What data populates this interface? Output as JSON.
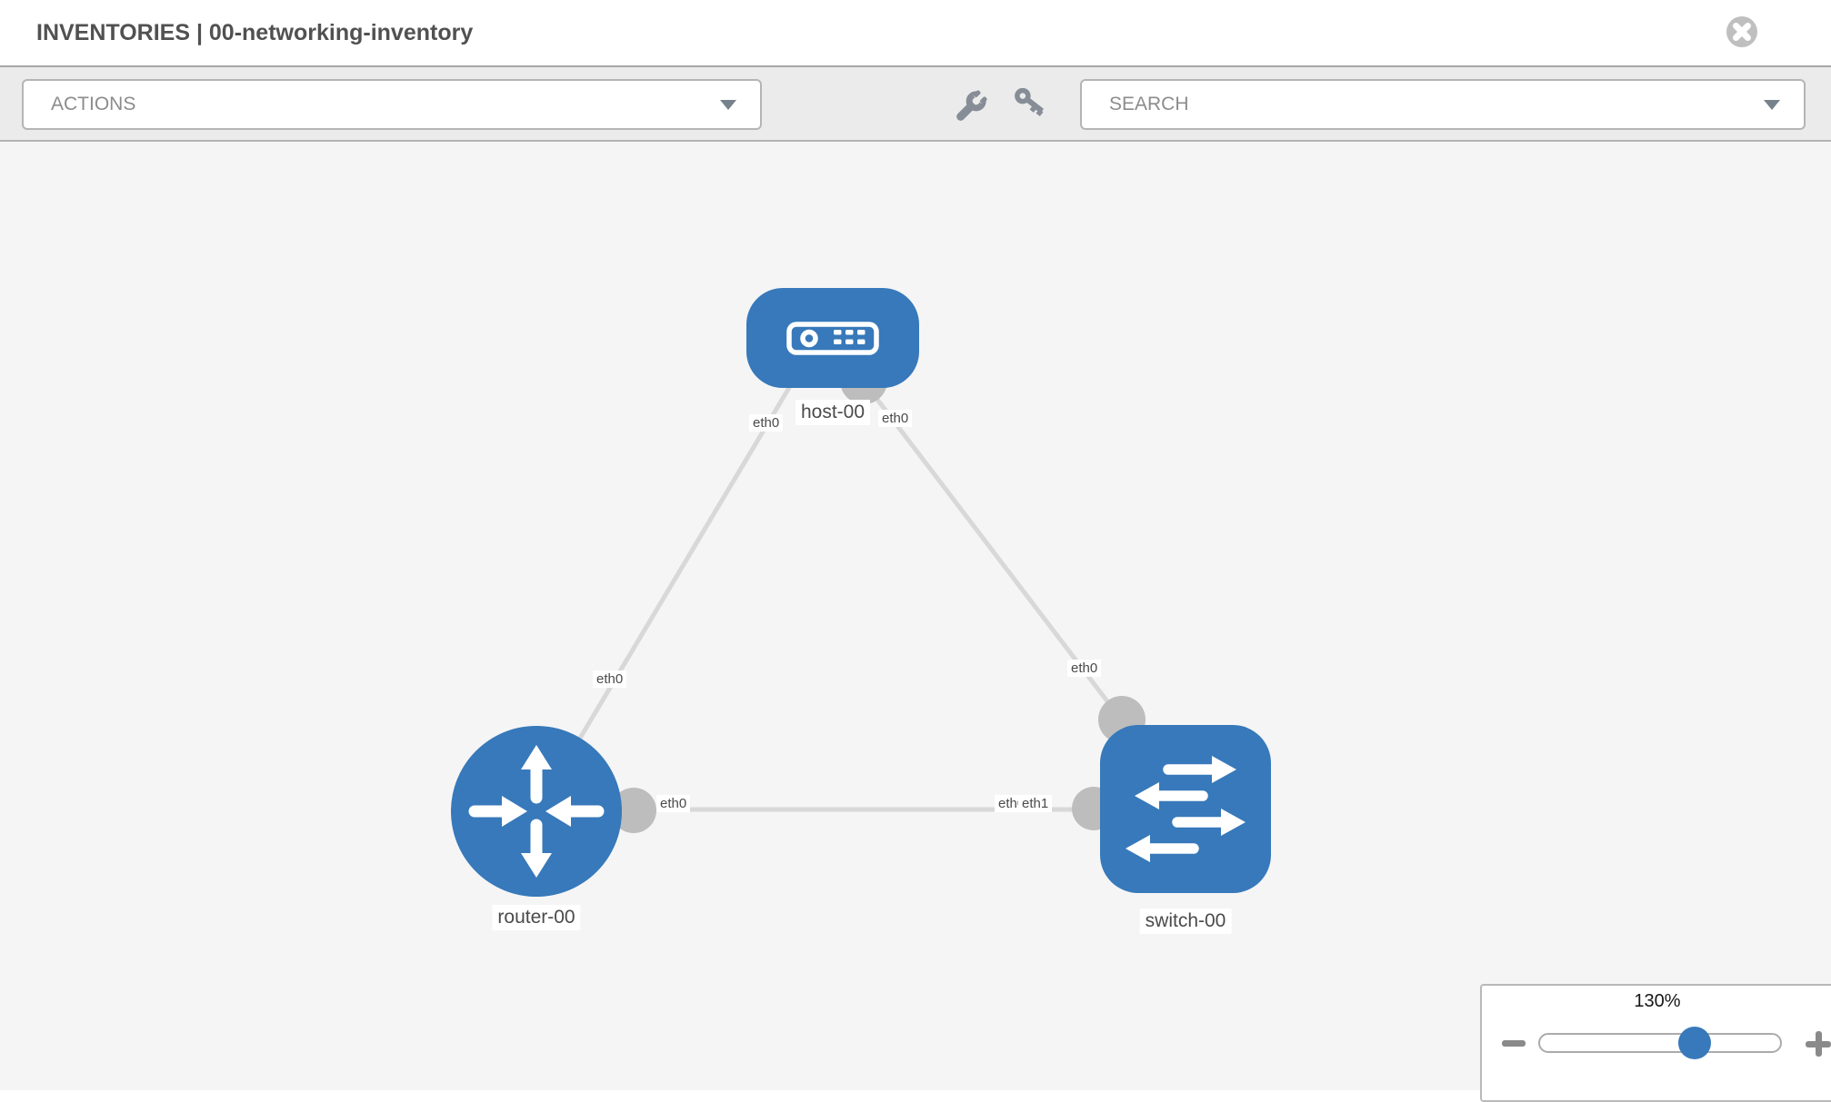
{
  "header": {
    "title": "INVENTORIES | 00-networking-inventory"
  },
  "toolbar": {
    "actions_label": "ACTIONS",
    "search_placeholder": "SEARCH"
  },
  "zoom_control": {
    "level_label": "130%"
  },
  "topology": {
    "nodes": [
      {
        "label": "host-00",
        "type": "host"
      },
      {
        "label": "router-00",
        "type": "router"
      },
      {
        "label": "switch-00",
        "type": "switch"
      }
    ],
    "links": [
      {
        "from": "host-00",
        "from_interface": "eth0",
        "to": "router-00",
        "to_interface": "eth0"
      },
      {
        "from": "host-00",
        "from_interface": "eth0",
        "to": "switch-00",
        "to_interface": "eth0"
      },
      {
        "from": "router-00",
        "from_interface": "eth0",
        "to": "switch-00",
        "to_interface": "eth1",
        "to_interface_overlapped": "eth0"
      }
    ]
  },
  "colors": {
    "node-blue": "#3779ba",
    "link-gray": "#d8d8d8",
    "iface-gray": "#bdbdbd",
    "toolbar-bg": "#ebebeb",
    "canvas-bg": "#f5f5f6",
    "icon-gray": "#878d96",
    "text-dark": "#4a4a4a"
  }
}
